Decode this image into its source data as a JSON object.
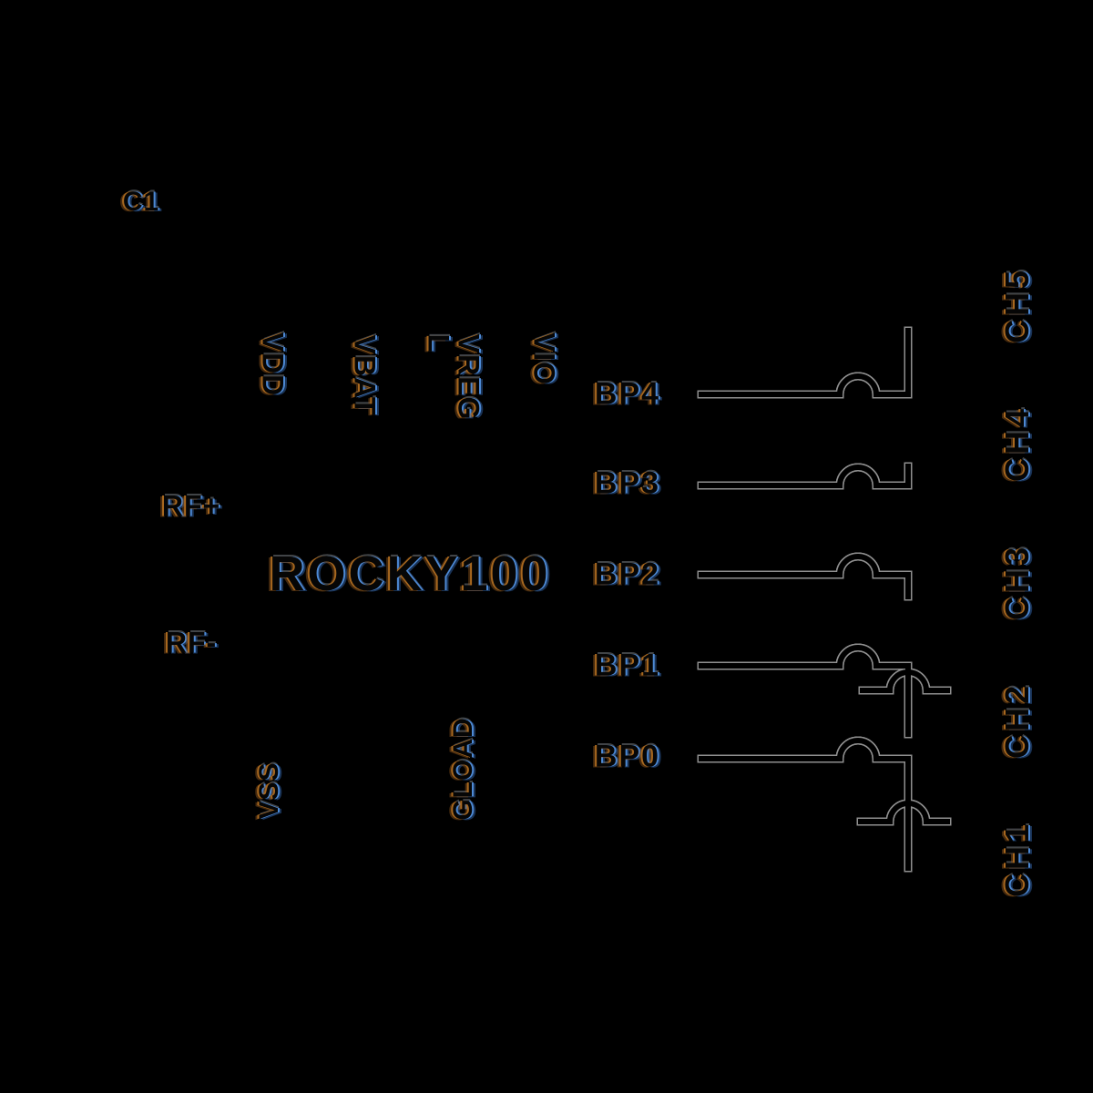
{
  "schematic": {
    "reference": "C1",
    "part_name": "ROCKY100",
    "pins": {
      "top": [
        "VDD",
        "VBAT",
        "L",
        "VREG",
        "VIO"
      ],
      "left": [
        "RF+",
        "RF-"
      ],
      "right": [
        "BP4",
        "BP3",
        "BP2",
        "BP1",
        "BP0"
      ],
      "bottom": [
        "VSS",
        "GLOAD"
      ]
    },
    "channel_labels": [
      "CH5",
      "CH4",
      "CH3",
      "CH2",
      "CH1"
    ],
    "colors": {
      "background": "#000000",
      "wire_core": "#000000",
      "wire_edge": "#8f8f8f",
      "hop_edge": "#e4e4e4",
      "text_fill": "#060606",
      "text_fringe_left": "#a8681f",
      "text_fringe_right": "#4d89d4"
    }
  }
}
